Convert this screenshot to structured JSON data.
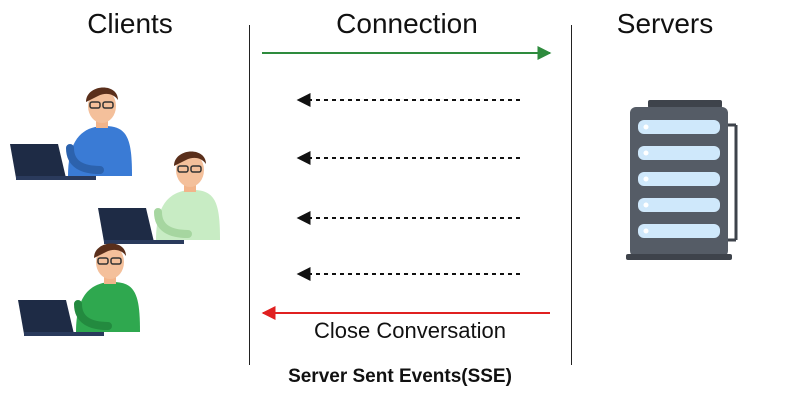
{
  "columns": {
    "clients": "Clients",
    "connection": "Connection",
    "servers": "Servers"
  },
  "close_label": "Close Conversation",
  "caption": "Server Sent Events(SSE)",
  "colors": {
    "request_arrow": "#2e8b3d",
    "event_arrow": "#111111",
    "close_arrow": "#e02020",
    "client_shirts": [
      "#3a7bd5",
      "#c8ecc4",
      "#2fa84f"
    ],
    "server_body": "#555c66",
    "server_slot": "#cfe8fb"
  },
  "icons": {
    "clients": "person-at-laptop-icon",
    "server": "server-rack-icon"
  }
}
